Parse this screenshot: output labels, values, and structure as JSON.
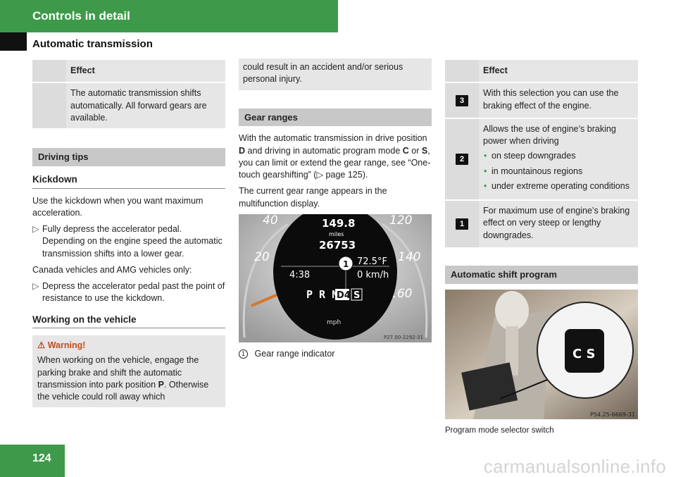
{
  "header": {
    "section_title": "Controls in detail",
    "subsection_title": "Automatic transmission"
  },
  "footer": {
    "page_number": "124",
    "watermark": "carmanualsonline.info"
  },
  "col1": {
    "effect_table": {
      "header": "Effect",
      "row_text": "The automatic transmission shifts automatically. All forward gears are available."
    },
    "driving_tips_title": "Driving tips",
    "kickdown_title": "Kickdown",
    "kickdown_intro": "Use the kickdown when you want maximum acceleration.",
    "step1": "Fully depress the accelerator pedal. Depending on the engine speed the automatic transmission shifts into a lower gear.",
    "canada_note": "Canada vehicles and AMG vehicles only:",
    "step2": "Depress the accelerator pedal past the point of resistance to use the kickdown.",
    "working_title": "Working on the vehicle",
    "warning": {
      "icon": "warning-triangle-icon",
      "title": "Warning!",
      "text_before": "When working on the vehicle, engage the parking brake and shift the automatic transmission into park position ",
      "bold_letter": "P",
      "text_after": ". Otherwise the vehicle could roll away which"
    }
  },
  "col2": {
    "continued_text": "could result in an accident and/or serious personal injury.",
    "gear_ranges_title": "Gear ranges",
    "para1_a": "With the automatic transmission in drive position ",
    "para1_D": "D",
    "para1_b": " and driving in automatic program mode ",
    "para1_C": "C",
    "para1_or": " or ",
    "para1_S": "S",
    "para1_c": ", you can limit or extend the gear range, see “One-touch gearshifting” (▷ page 125).",
    "para2": "The current gear range appears in the multifunction display.",
    "cluster": {
      "speed_40": "40",
      "speed_120": "120",
      "speed_20": "20",
      "speed_140": "140",
      "speed_160": "160",
      "trip": "149.8",
      "trip_unit": "miles",
      "odometer": "26753",
      "clock": "4:38",
      "temperature": "72.5°F",
      "speed": "0 km/h",
      "gears_prefix": "P R N",
      "current_gear": "D4",
      "program": "S",
      "unit": "mph",
      "ref": "P27.00-2292-31",
      "marker": "1"
    },
    "caption_num": "1",
    "caption": "Gear range indicator"
  },
  "col3": {
    "effect_header": "Effect",
    "rows": [
      {
        "key": "3",
        "text": "With this selection you can use the braking effect of the engine."
      },
      {
        "key": "2",
        "text": "Allows the use of engine’s braking power when driving",
        "bullets": [
          "on steep downgrades",
          "in mountainous regions",
          "under extreme operating conditions"
        ]
      },
      {
        "key": "1",
        "text": "For maximum use of engine’s braking effect on very steep or lengthy downgrades."
      }
    ],
    "asp_title": "Automatic shift program",
    "switch_label": "C S",
    "photo_ref": "P54.25-6669-31",
    "photo_caption": "Program mode selector switch"
  }
}
